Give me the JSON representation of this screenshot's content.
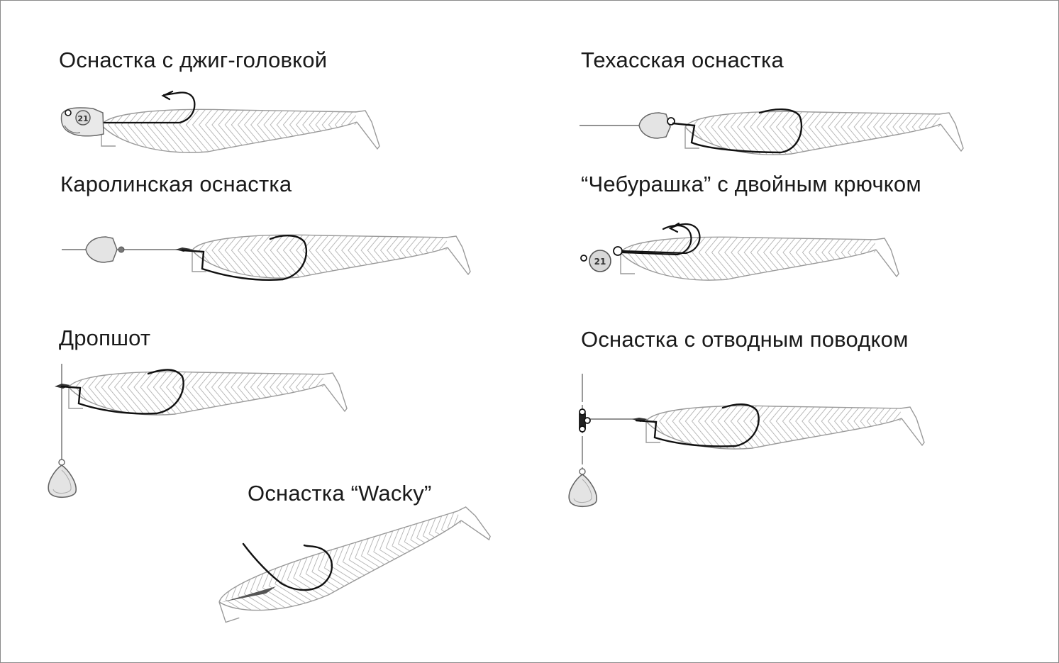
{
  "rigs": [
    {
      "id": "jig-head",
      "title": "Оснастка с джиг-головкой"
    },
    {
      "id": "texas",
      "title": "Техасская оснастка"
    },
    {
      "id": "carolina",
      "title": "Каролинская оснастка"
    },
    {
      "id": "cheburashka",
      "title": "“Чебурашка” с двойным крючком"
    },
    {
      "id": "dropshot",
      "title": "Дропшот"
    },
    {
      "id": "drop-leader",
      "title": "Оснастка с отводным поводком"
    },
    {
      "id": "wacky",
      "title": "Оснастка “Wacky”"
    }
  ],
  "weight_marking": "21",
  "colors": {
    "outline": "#9a9a9a",
    "hatch": "#a8a8a8",
    "hook": "#111111",
    "line": "#6e6e6e",
    "sinker_fill": "#e4e4e4",
    "text": "#1a1a1a"
  }
}
